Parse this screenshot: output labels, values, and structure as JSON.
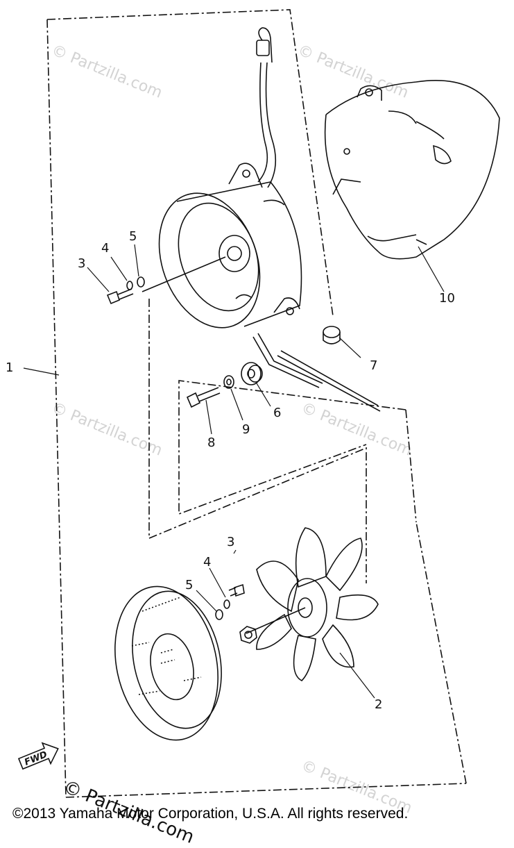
{
  "watermark": "© Partzilla.com",
  "brand_mark": "© Partzilla.com",
  "fwd_label": "FWD",
  "copyright": "©2013  Yamaha Motor Corporation, U.S.A. All rights reserved.",
  "callouts": {
    "p1": "1",
    "p2": "2",
    "p3a": "3",
    "p3b": "3",
    "p4a": "4",
    "p4b": "4",
    "p5a": "5",
    "p5b": "5",
    "p6": "6",
    "p7": "7",
    "p8": "8",
    "p9": "9",
    "p10": "10"
  }
}
